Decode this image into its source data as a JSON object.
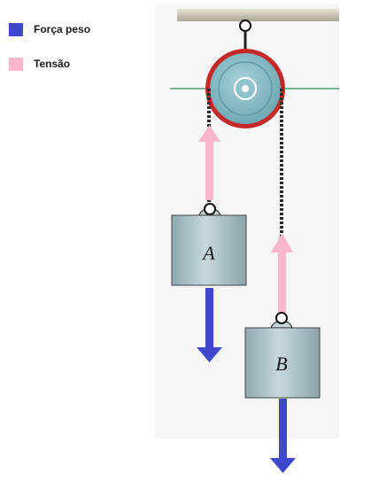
{
  "legend": {
    "items": [
      {
        "label": "Força peso",
        "color": "#3f48cc"
      },
      {
        "label": "Tensão",
        "color": "#f9b6cc"
      }
    ]
  },
  "blocks": {
    "a_label": "A",
    "b_label": "B"
  },
  "colors": {
    "weight_force": "#3f48cc",
    "tension": "#f9b6cc",
    "pulley_rim": "#c62828",
    "pulley_disc": "#7fb8c4",
    "block_fill": "#a9c2c9",
    "reference_line": "#2e8b57"
  }
}
